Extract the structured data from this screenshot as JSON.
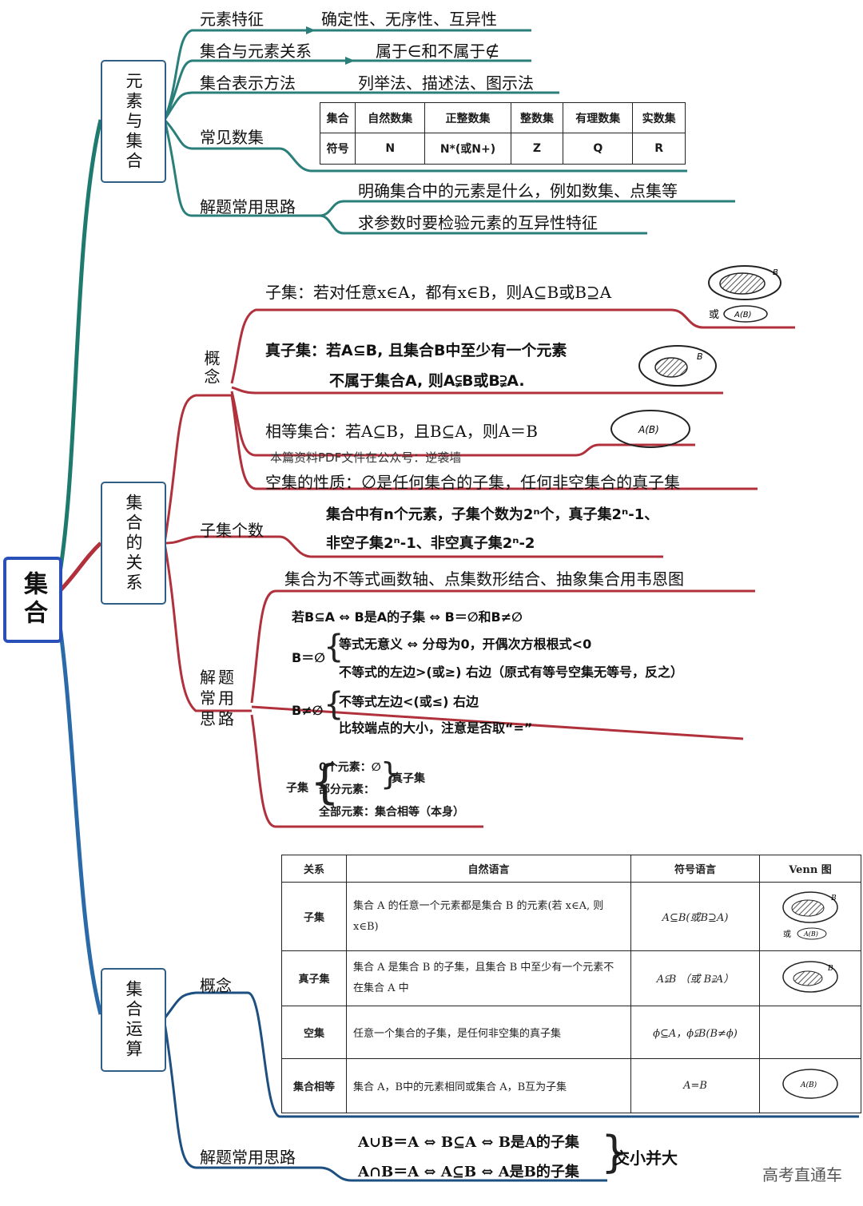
{
  "root": "集合",
  "branches": {
    "b1": {
      "title": "元素与集合",
      "feature_label": "元素特征",
      "feature_value": "确定性、无序性、互异性",
      "relation_label": "集合与元素关系",
      "relation_value": "属于∈和不属于∉",
      "method_label": "集合表示方法",
      "method_value": "列举法、描述法、图示法",
      "common_label": "常见数集",
      "table": {
        "headers": [
          "集合",
          "自然数集",
          "正整数集",
          "整数集",
          "有理数集",
          "实数集"
        ],
        "row": [
          "符号",
          "N",
          "N*(或N+)",
          "Z",
          "Q",
          "R"
        ]
      },
      "tips_label": "解题常用思路",
      "tips": [
        "明确集合中的元素是什么，例如数集、点集等",
        "求参数时要检验元素的互异性特征"
      ]
    },
    "b2": {
      "title": "集合的关系",
      "concept_label": "概念",
      "subset": "子集：若对任意x∈A，都有x∈B，则A⊆B或B⊇A",
      "subset_or": "或",
      "proper_line1": "真子集：若A⊆B, 且集合B中至少有一个元素",
      "proper_line2": "不属于集合A, 则A⫋B或B⫌A.",
      "equal": "相等集合：若A⊆B，且B⊆A，则A＝B",
      "notice": "本篇资料PDF文件在公众号：逆袭墙",
      "empty_prefix": "空集的性质：",
      "empty_symbol": "∅",
      "empty_rest": "是任何集合的子集，任何非空集合的真子集",
      "count_label": "子集个数",
      "count_line1": "集合中有n个元素，子集个数为2ⁿ个，真子集2ⁿ-1、",
      "count_line2": "非空子集2ⁿ-1、非空真子集2ⁿ-2",
      "tips_label": "解题常用思路",
      "tips_intro": "集合为不等式画数轴、点集数形结合、抽象集合用韦恩图",
      "tip_a": "若B⊆A ⇔ B是A的子集 ⇔ B＝∅和B≠∅",
      "tip_b_head": "B＝∅",
      "tip_b1": "等式无意义 ⇔ 分母为0，开偶次方根根式<0",
      "tip_b2": "不等式的左边>(或≥) 右边（原式有等号空集无等号，反之）",
      "tip_c_head": "B≠∅",
      "tip_c1": "不等式左边<(或≤) 右边",
      "tip_c2": "比较端点的大小，注意是否取“=”",
      "sub_head": "子集",
      "sub1": "0个元素：∅",
      "sub2": "部分元素：",
      "sub_proper": "真子集",
      "sub3": "全部元素：集合相等（本身）"
    },
    "b3": {
      "title": "集合运算",
      "concept_label": "概念",
      "table": {
        "headers": [
          "关系",
          "自然语言",
          "符号语言",
          "Venn 图"
        ],
        "rows": [
          [
            "子集",
            "集合 A 的任意一个元素都是集合 B 的元素(若 x∈A, 则 x∈B)",
            "A⊆B(或B⊇A)"
          ],
          [
            "真子集",
            "集合 A 是集合 B 的子集，且集合 B 中至少有一个元素不在集合 A 中",
            "A⫋B （或 B⫌A）"
          ],
          [
            "空集",
            "任意一个集合的子集，是任何非空集的真子集",
            "ϕ⊆A，ϕ⫋B(B≠ϕ)"
          ],
          [
            "集合相等",
            "集合 A，B中的元素相同或集合 A，B互为子集",
            "A=B"
          ]
        ],
        "venn_or": "或"
      },
      "tips_label": "解题常用思路",
      "tip1": "A∪B＝A ⇔ B⊆A ⇔ B是A的子集",
      "tip2": "A∩B＝A ⇔ A⊆B ⇔ A是B的子集",
      "tip_summary": "交小并大"
    }
  },
  "venn_labels": {
    "A": "A",
    "B": "B",
    "AB": "A(B)"
  },
  "watermark": "高考直通车",
  "colors": {
    "teal": "#2a7f7a",
    "red": "#b0313c",
    "navy": "#1d4f80",
    "root_border": "#2850b8"
  }
}
